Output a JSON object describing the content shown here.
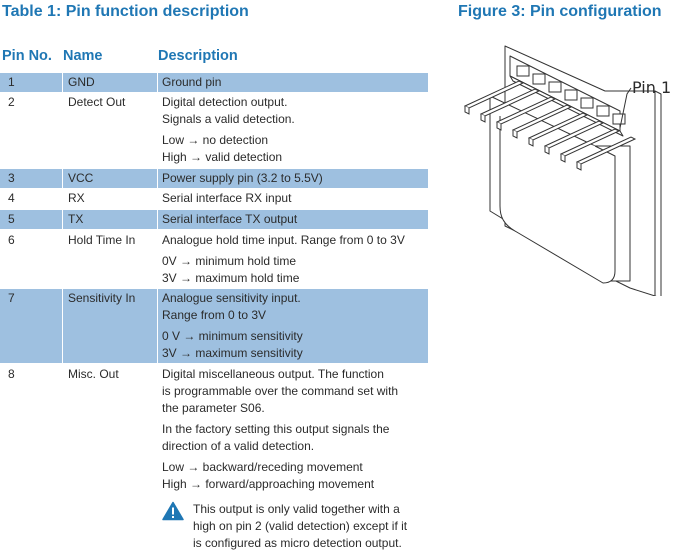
{
  "table": {
    "title": "Table 1: Pin function description",
    "headers": {
      "pin_no": "Pin No.",
      "name": "Name",
      "description": "Description"
    },
    "rows": [
      {
        "no": "1",
        "name": "GND",
        "desc": [
          "Ground pin"
        ]
      },
      {
        "no": "2",
        "name": "Detect Out",
        "desc": [
          "Digital detection output.",
          "Signals a valid detection.",
          "",
          "Low → no detection",
          "High → valid detection"
        ]
      },
      {
        "no": "3",
        "name": "VCC",
        "desc": [
          "Power supply pin (3.2 to 5.5V)"
        ]
      },
      {
        "no": "4",
        "name": "RX",
        "desc": [
          "Serial interface RX input"
        ]
      },
      {
        "no": "5",
        "name": "TX",
        "desc": [
          "Serial interface TX output"
        ]
      },
      {
        "no": "6",
        "name": "Hold Time In",
        "desc": [
          "Analogue hold time input. Range from 0 to 3V",
          "",
          "0V → minimum hold time",
          "3V → maximum hold time"
        ]
      },
      {
        "no": "7",
        "name": "Sensitivity In",
        "desc": [
          "Analogue sensitivity input.",
          "Range from 0 to 3V",
          "",
          "0 V → minimum sensitivity",
          "3V → maximum sensitivity"
        ]
      },
      {
        "no": "8",
        "name": "Misc. Out",
        "desc": [
          "Digital miscellaneous output. The function",
          "is programmable over the command set with",
          "the parameter S06.",
          "",
          "In the factory setting this output signals the",
          "direction of a valid detection.",
          "",
          "Low → backward/receding movement",
          "High → forward/approaching movement"
        ]
      }
    ],
    "note": [
      "This output is only valid together with a",
      "high on pin 2 (valid detection) except if it",
      "is configured as micro detection output."
    ]
  },
  "figure": {
    "title": "Figure 3: Pin configuration",
    "pin_label": "Pin 1"
  },
  "colors": {
    "heading": "#1f77b4",
    "row_shade": "#9ec0e0",
    "warning_icon": "#1f77b4"
  },
  "icons": {
    "note": "warning-icon"
  }
}
